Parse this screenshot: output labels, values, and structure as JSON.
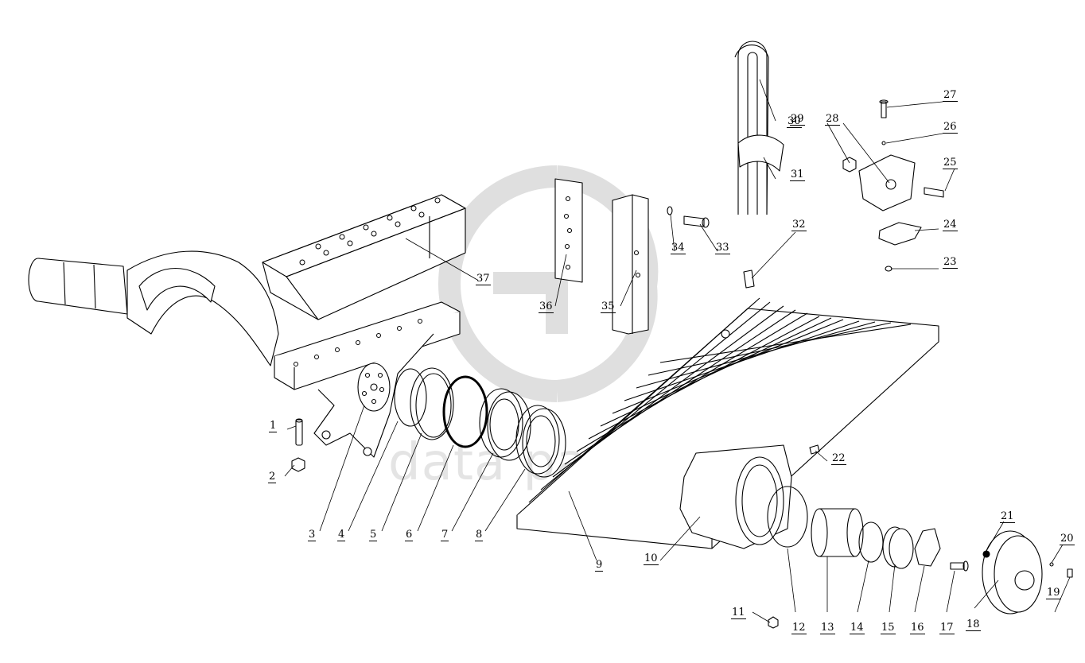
{
  "diagram": {
    "watermark": {
      "text": "data parts",
      "color": "#d9d9d9"
    },
    "line_color": "#000000",
    "callouts": [
      "1",
      "2",
      "3",
      "4",
      "5",
      "6",
      "7",
      "8",
      "9",
      "10",
      "11",
      "12",
      "13",
      "14",
      "15",
      "16",
      "17",
      "18",
      "19",
      "20",
      "21",
      "22",
      "23",
      "24",
      "25",
      "26",
      "27",
      "28",
      "29",
      "30",
      "31",
      "32",
      "33",
      "34",
      "35",
      "36",
      "37"
    ]
  }
}
